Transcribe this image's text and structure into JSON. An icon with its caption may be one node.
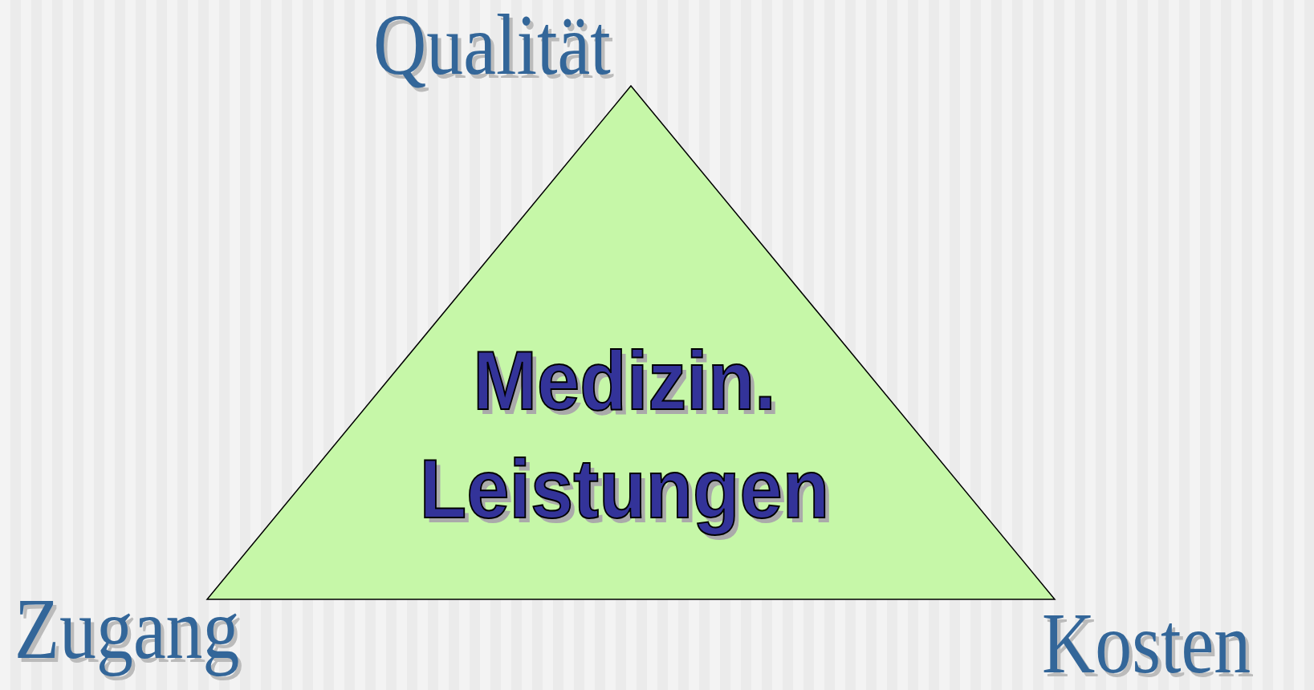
{
  "diagram": {
    "nodes": [
      {
        "text": [
          "Medizin. Leistungen"
        ]
      }
    ],
    "labels": [
      "Qualität",
      "Zugang",
      "Kosten"
    ]
  }
}
